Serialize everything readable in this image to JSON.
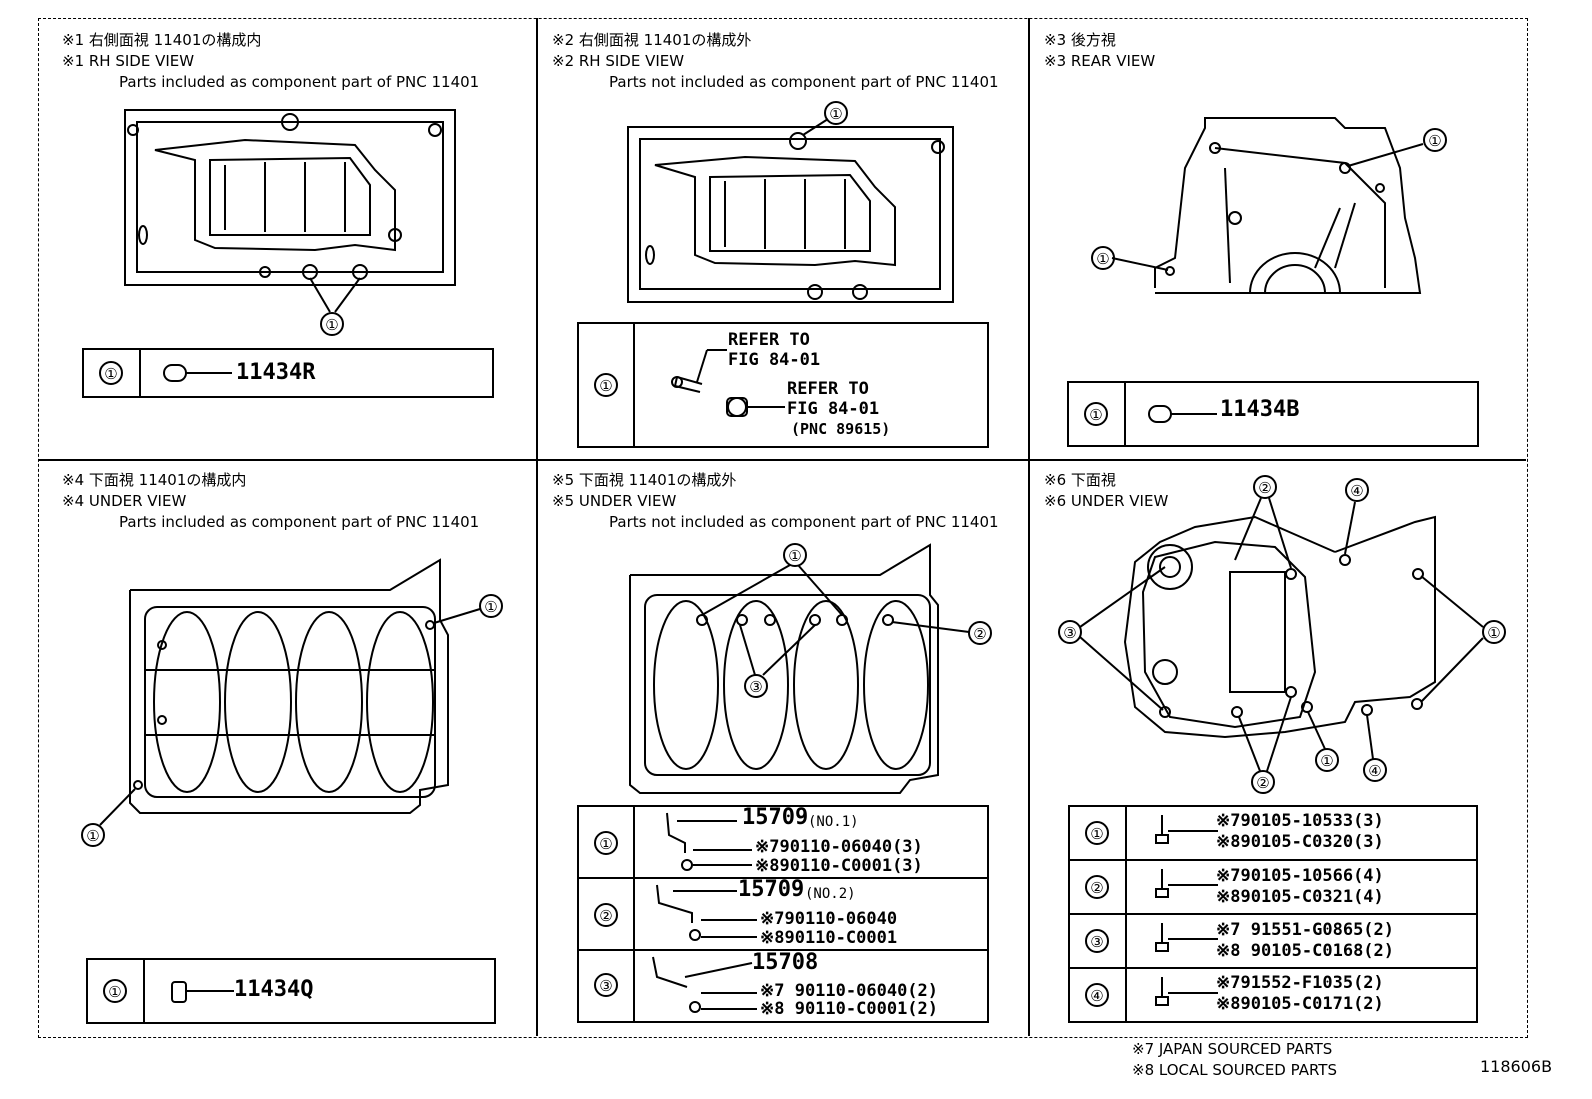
{
  "panels": {
    "p1": {
      "title_jp": "※1 右側面視 11401の構成内",
      "title_en": "※1 RH SIDE VIEW",
      "subtitle": "Parts included as component part of PNC 11401",
      "parts": [
        {
          "callout": "①",
          "number": "11434R"
        }
      ]
    },
    "p2": {
      "title_jp": "※2 右側面視 11401の構成外",
      "title_en": "※2 RH SIDE VIEW",
      "subtitle": "Parts not included as component part of PNC 11401",
      "refer1_a": "REFER TO",
      "refer1_b": "FIG 84-01",
      "refer2_a": "REFER TO",
      "refer2_b": "FIG 84-01",
      "refer2_c": "(PNC 89615)",
      "callout": "①"
    },
    "p3": {
      "title_jp": "※3 後方視",
      "title_en": "※3 REAR VIEW",
      "parts": [
        {
          "callout": "①",
          "number": "11434B"
        }
      ]
    },
    "p4": {
      "title_jp": "※4 下面視 11401の構成内",
      "title_en": "※4 UNDER VIEW",
      "subtitle": "Parts included as component part of PNC 11401",
      "parts": [
        {
          "callout": "①",
          "number": "11434Q"
        }
      ]
    },
    "p5": {
      "title_jp": "※5 下面視 11401の構成外",
      "title_en": "※5 UNDER VIEW",
      "subtitle": "Parts not included as component part of PNC 11401",
      "rows": [
        {
          "callout": "①",
          "pnc": "15709",
          "note": "(NO.1)",
          "line1": "※790110-06040(3)",
          "line2": "※890110-C0001(3)"
        },
        {
          "callout": "②",
          "pnc": "15709",
          "note": "(NO.2)",
          "line1": "※790110-06040",
          "line2": "※890110-C0001"
        },
        {
          "callout": "③",
          "pnc": "15708",
          "note": "",
          "line1": "※7 90110-06040(2)",
          "line2": "※8 90110-C0001(2)"
        }
      ]
    },
    "p6": {
      "title_jp": "※6 下面視",
      "title_en": "※6 UNDER VIEW",
      "rows": [
        {
          "callout": "①",
          "line1": "※790105-10533(3)",
          "line2": "※890105-C0320(3)"
        },
        {
          "callout": "②",
          "line1": "※790105-10566(4)",
          "line2": "※890105-C0321(4)"
        },
        {
          "callout": "③",
          "line1": "※7 91551-G0865(2)",
          "line2": "※8 90105-C0168(2)"
        },
        {
          "callout": "④",
          "line1": "※791552-F1035(2)",
          "line2": "※890105-C0171(2)"
        }
      ]
    }
  },
  "callouts": {
    "c1": "①",
    "c2": "②",
    "c3": "③",
    "c4": "④"
  },
  "footer": {
    "note7": "※7 JAPAN SOURCED PARTS",
    "note8": "※8 LOCAL SOURCED PARTS",
    "figure_id": "118606B"
  }
}
